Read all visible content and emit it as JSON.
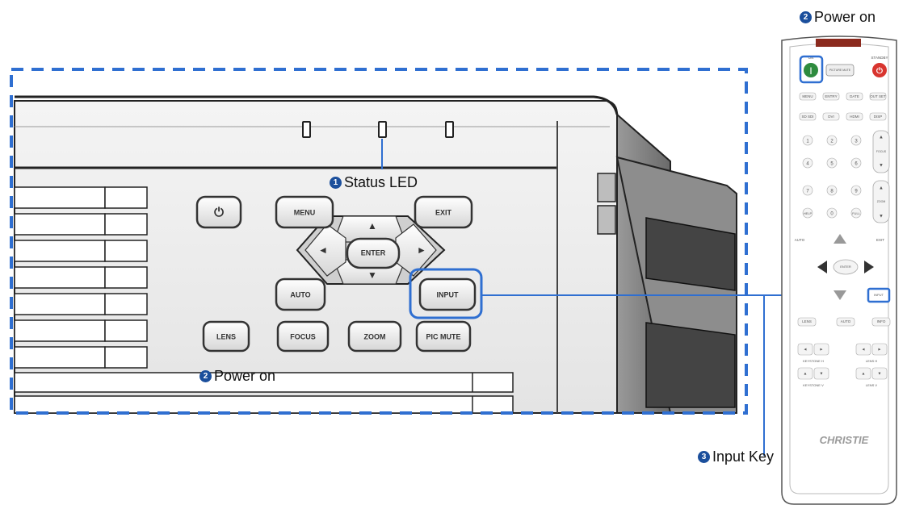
{
  "callouts": {
    "status_led": {
      "number": "1",
      "label": "Status LED"
    },
    "power_on_panel": {
      "number": "2",
      "label": "Power on"
    },
    "power_on_remote": {
      "number": "2",
      "label": "Power on"
    },
    "input_key": {
      "number": "3",
      "label": "Input Key"
    }
  },
  "panel_buttons": {
    "power": "⏻",
    "menu": "MENU",
    "exit": "EXIT",
    "enter": "ENTER",
    "up": "▲",
    "down": "▼",
    "left": "◄",
    "right": "►",
    "auto": "AUTO",
    "input": "INPUT",
    "lens": "LENS",
    "focus": "FOCUS",
    "zoom": "ZOOM",
    "pic_mute": "PIC MUTE"
  },
  "remote": {
    "brand": "CHRISTIE",
    "on": "ON",
    "standby": "STANDBY",
    "picture_mute": "PICTURE MUTE",
    "row1": [
      "MENU",
      "ENTRY",
      "DATE",
      "OUT SET"
    ],
    "row2": [
      "SD SDI",
      "DVI",
      "HDMI",
      "DISP"
    ],
    "digits_row1": [
      "1",
      "2",
      "3"
    ],
    "digits_row2": [
      "4",
      "5",
      "6"
    ],
    "digits_row3": [
      "7",
      "8",
      "9"
    ],
    "digits_row4": [
      "HELP",
      "0",
      "FULL"
    ],
    "focus": "FOCUS",
    "zoom": "ZOOM",
    "auto_left": "AUTO",
    "exit": "EXIT",
    "enter": "ENTER",
    "input": "INPUT",
    "bottom_row": [
      "LENS",
      "AUTO",
      "INFO"
    ],
    "keystone_h": "KEYSTONE H",
    "lens_h": "LENS H",
    "keystone_v": "KEYSTONE V",
    "lens_v": "LENS V"
  },
  "colors": {
    "highlight": "#2f6fd1",
    "power_green": "#2e8b3e",
    "standby_red": "#d8352f",
    "dashed_frame": "#2f6fd1",
    "callout_badge": "#1b4f9c"
  }
}
